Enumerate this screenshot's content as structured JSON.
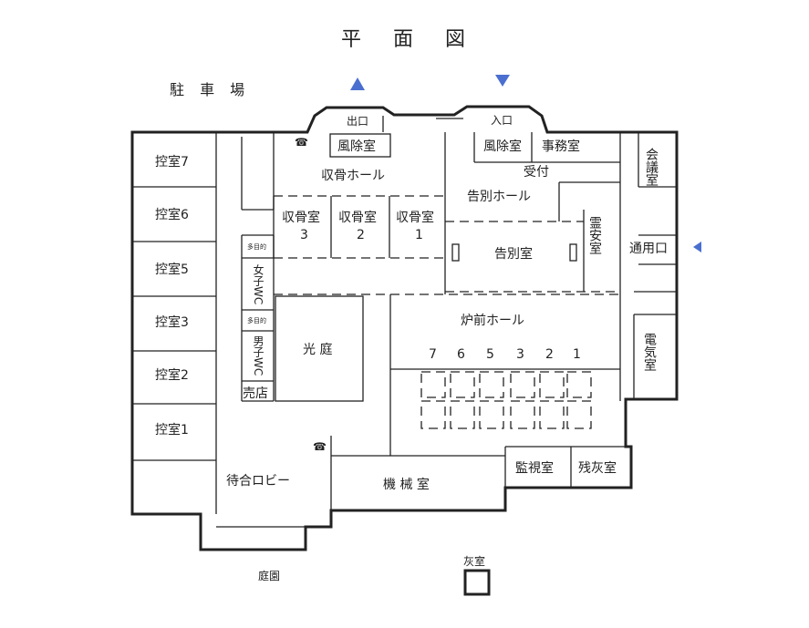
{
  "title": "平 面 図",
  "parking": "駐 車 場",
  "garden": "庭園",
  "ash_room": "灰室",
  "rooms": {
    "exit": "出口",
    "entrance": "入口",
    "windbreak_left": "風除室",
    "windbreak_right": "風除室",
    "office": "事務室",
    "meeting": "会議室",
    "reception": "受付",
    "bone_hall": "収骨ホール",
    "farewell_hall": "告別ホール",
    "bone_room_3": "収骨室",
    "bone_room_3_num": "3",
    "bone_room_2": "収骨室",
    "bone_room_2_num": "2",
    "bone_room_1": "収骨室",
    "bone_room_1_num": "1",
    "farewell_room": "告別室",
    "reian_room": "霊安室",
    "service_entrance": "通用口",
    "furnace_hall": "炉前ホール",
    "electric_room": "電気室",
    "courtyard": "光 庭",
    "shop": "売店",
    "womens_wc": "女子WC",
    "mens_wc": "男子WC",
    "accessible_wc_1": "多目的",
    "accessible_wc_2": "多目的",
    "lobby": "待合ロビー",
    "machine_room": "機 械 室",
    "monitor_room": "監視室",
    "residual_ash_room": "残灰室",
    "wait_7": "控室7",
    "wait_6": "控室6",
    "wait_5": "控室5",
    "wait_3": "控室3",
    "wait_2": "控室2",
    "wait_1": "控室1"
  },
  "furnace_numbers": [
    "7",
    "6",
    "5",
    "3",
    "2",
    "1"
  ],
  "arrows": {
    "exit_arrow_icon": "triangle-up",
    "entrance_arrow_icon": "triangle-down",
    "service_arrow_icon": "triangle-left",
    "color": "#4a6fd0"
  },
  "phone_icon": "telephone-icon"
}
